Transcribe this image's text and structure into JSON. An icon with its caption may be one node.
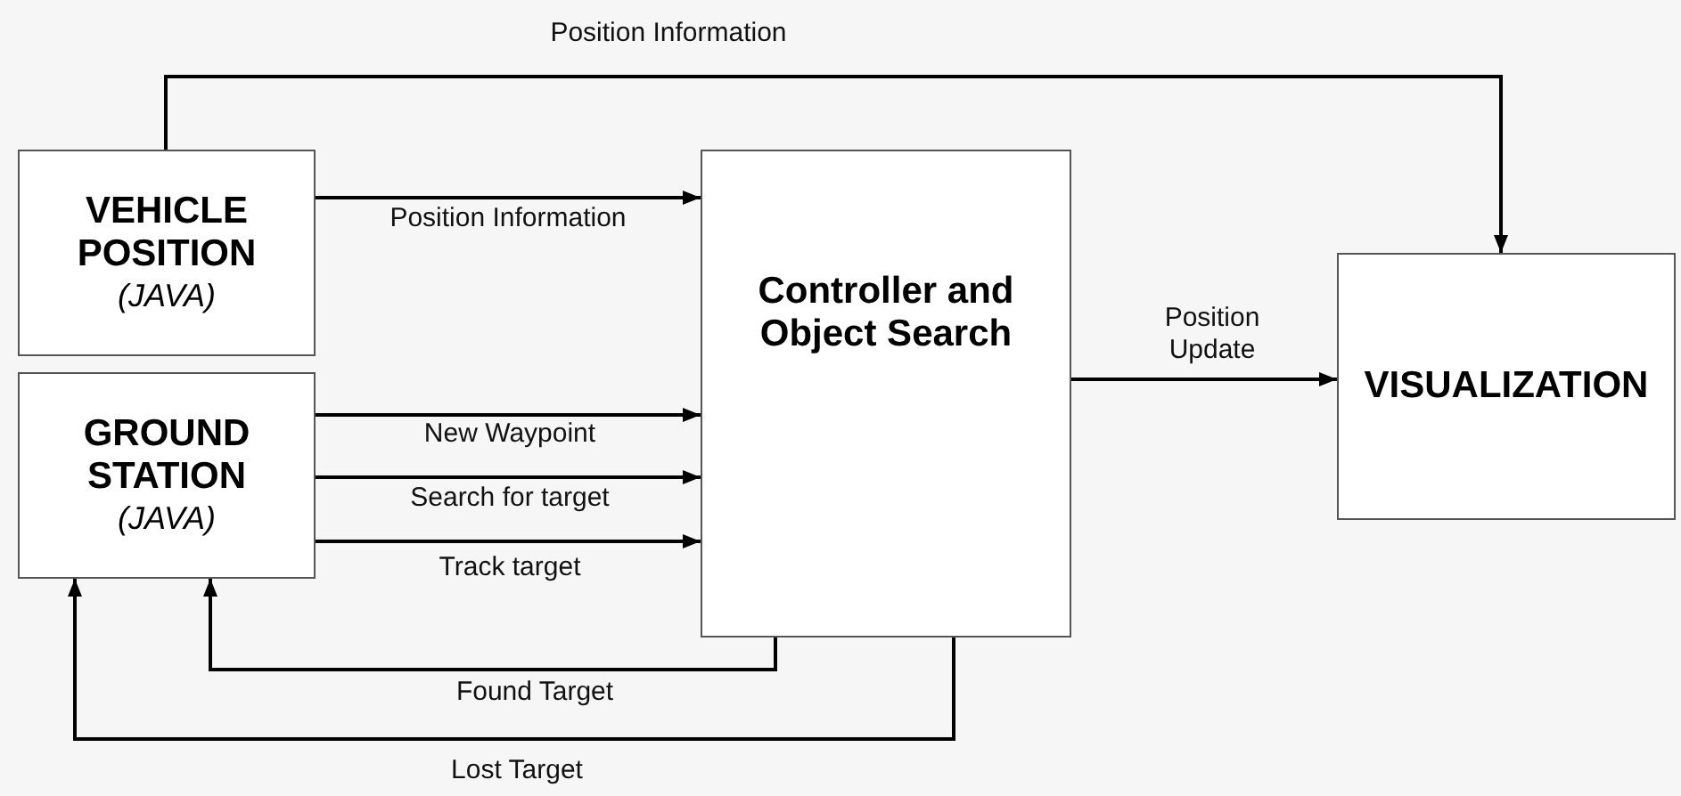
{
  "diagram": {
    "nodes": [
      {
        "text": [
          "VEHICLE POSITION",
          "(JAVA)"
        ]
      },
      {
        "text": [
          "GROUND STATION",
          "(JAVA)"
        ]
      },
      {
        "text": [
          "Controller and Object Search"
        ]
      },
      {
        "text": [
          "VISUALIZATION"
        ]
      }
    ],
    "edges": [
      {
        "from": 0,
        "to": 3,
        "arrow": "to",
        "label": "Position Information"
      },
      {
        "from": 0,
        "to": 2,
        "arrow": "to",
        "label": "Position Information"
      },
      {
        "from": 1,
        "to": 2,
        "arrow": "to",
        "label": "New Waypoint"
      },
      {
        "from": 1,
        "to": 2,
        "arrow": "to",
        "label": "Search for target"
      },
      {
        "from": 1,
        "to": 2,
        "arrow": "to",
        "label": "Track target"
      },
      {
        "from": 2,
        "to": 3,
        "arrow": "to",
        "label": "Position Update"
      },
      {
        "from": 2,
        "to": 1,
        "arrow": "to",
        "label": "Found Target"
      },
      {
        "from": 2,
        "to": 1,
        "arrow": "to",
        "label": "Lost Target"
      }
    ]
  }
}
